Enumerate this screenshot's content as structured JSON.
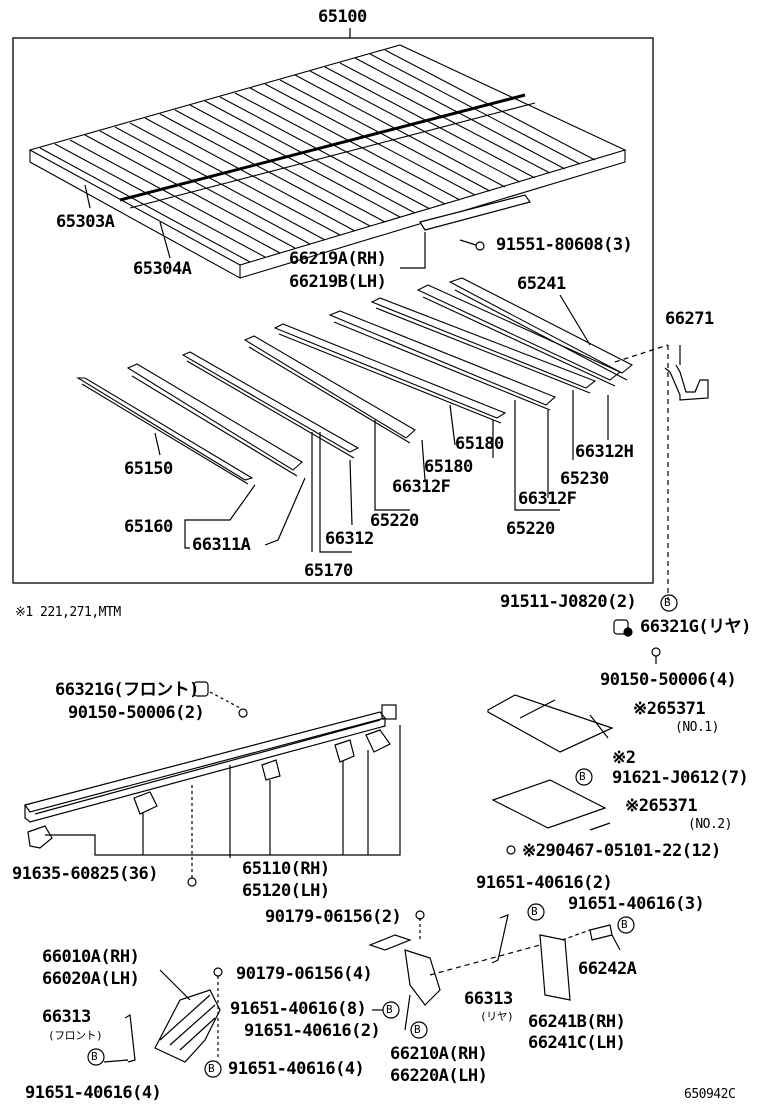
{
  "labels": {
    "l65100": "65100",
    "l65303A": "65303A",
    "l65304A": "65304A",
    "l66219A": "66219A(RH)",
    "l66219B": "66219B(LH)",
    "l91551": "91551-80608(3)",
    "l65241": "65241",
    "l66271": "66271",
    "l65150": "65150",
    "l65160": "65160",
    "l66311A": "66311A",
    "l66312": "66312",
    "l65170": "65170",
    "l65220a": "65220",
    "l66312Fa": "66312F",
    "l65180a": "65180",
    "l65180b": "65180",
    "l66312Fb": "66312F",
    "l65220b": "65220",
    "l66312H": "66312H",
    "l65230": "65230",
    "l91511": "91511-J0820(2)",
    "note1": "※1 221,271,MTM",
    "l66321G_rear": "66321G(リヤ)",
    "l90150_rear": "90150-50006(4)",
    "l66321G_front": "66321G(フロント)",
    "l90150_front": "90150-50006(2)",
    "l65371_1": "※265371",
    "l65371_1n": "(NO.1)",
    "l91621_star": "※2",
    "l91621": "91621-J0612(7)",
    "l65371_2": "※265371",
    "l65371_2n": "(NO.2)",
    "l90467": "※290467-05101-22(12)",
    "l91635": "91635-60825(36)",
    "l65110": "65110(RH)",
    "l65120": "65120(LH)",
    "l91651_a": "91651-40616(2)",
    "l91651_b": "91651-40616(3)",
    "l90179_a": "90179-06156(2)",
    "l66010A": "66010A(RH)",
    "l66020A": "66020A(LH)",
    "l90179_b": "90179-06156(4)",
    "l91651_8": "91651-40616(8)",
    "l91651_2": "91651-40616(2)",
    "l66313_front": "66313",
    "l66313_front_sub": "(フロント)",
    "l66313_rear": "66313",
    "l66313_rear_sub": "(リヤ)",
    "l66242A": "66242A",
    "l66241B": "66241B(RH)",
    "l66241C": "66241C(LH)",
    "l91651_4a": "91651-40616(4)",
    "l91651_4b": "91651-40616(4)",
    "l66210A": "66210A(RH)",
    "l66220A": "66220A(LH)",
    "code": "650942C",
    "bmark": "B"
  }
}
